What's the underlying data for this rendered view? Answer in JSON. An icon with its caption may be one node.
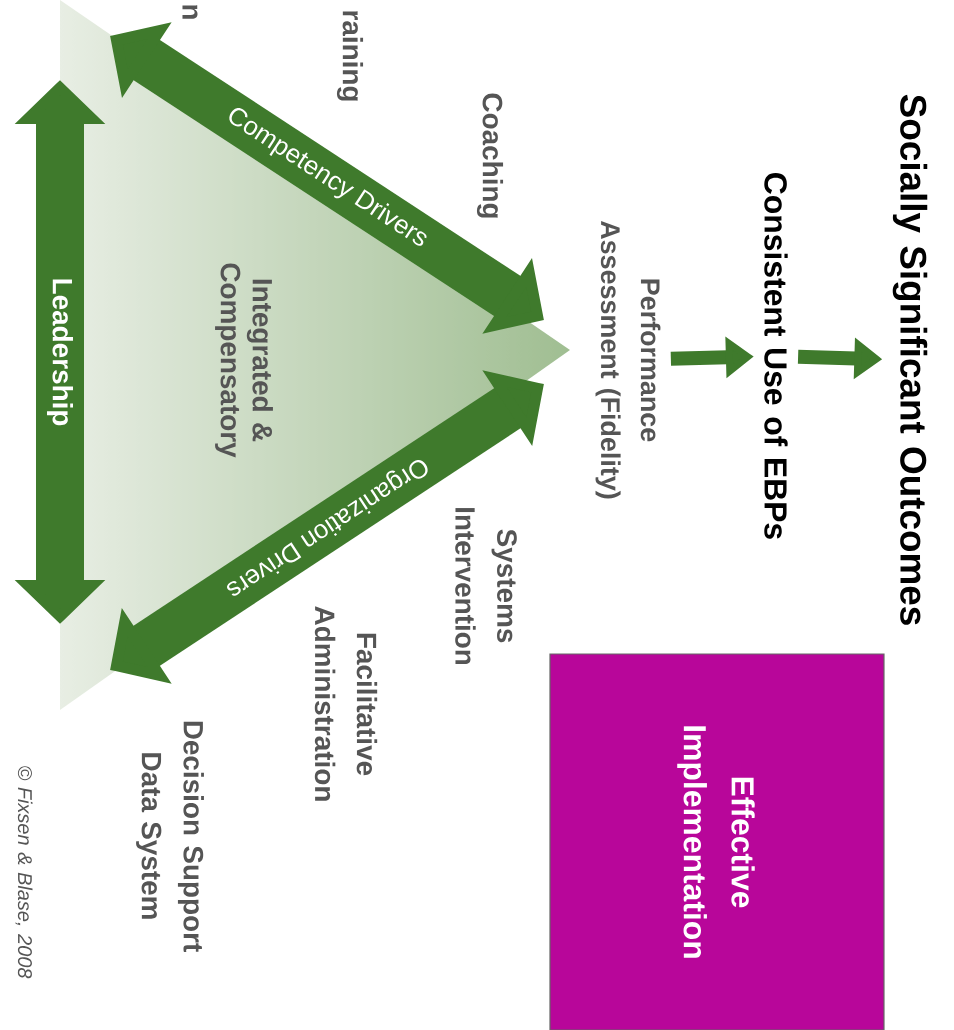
{
  "diagram": {
    "nodes": [
      {
        "text": [
          "Integrated & Compensatory"
        ]
      },
      {
        "text": [
          "Performance Assessment (Fidelity)"
        ]
      },
      {
        "text": [
          "Consistent Use of EBPs"
        ]
      },
      {
        "text": [
          "Socially Significant Outcomes"
        ]
      },
      {
        "text": [
          "Effective Implementation"
        ]
      }
    ],
    "edges": [
      {
        "from": 1,
        "to": 2,
        "arrow": "to"
      },
      {
        "from": 2,
        "to": 3,
        "arrow": "to"
      }
    ],
    "labels": [
      "raining",
      "n",
      "Coaching",
      "Competency Drivers",
      "Leadership",
      "Systems Intervention",
      "Organization Drivers",
      "Facilitative Administration",
      "Decision Support Data System",
      "© Fixsen & Blase, 2008"
    ]
  }
}
